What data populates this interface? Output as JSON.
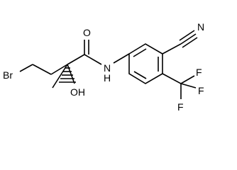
{
  "structure": {
    "atoms": {
      "br": "Br",
      "o_carbonyl": "O",
      "oh": "OH",
      "nh": "N",
      "nh_h": "H",
      "n_nitrile": "N",
      "f1": "F",
      "f2": "F",
      "f3": "F"
    },
    "stereo": "wedge-and-hash at quaternary carbon"
  },
  "colors": {
    "bond": "#000000",
    "label": "#000000",
    "background": "#ffffff"
  }
}
